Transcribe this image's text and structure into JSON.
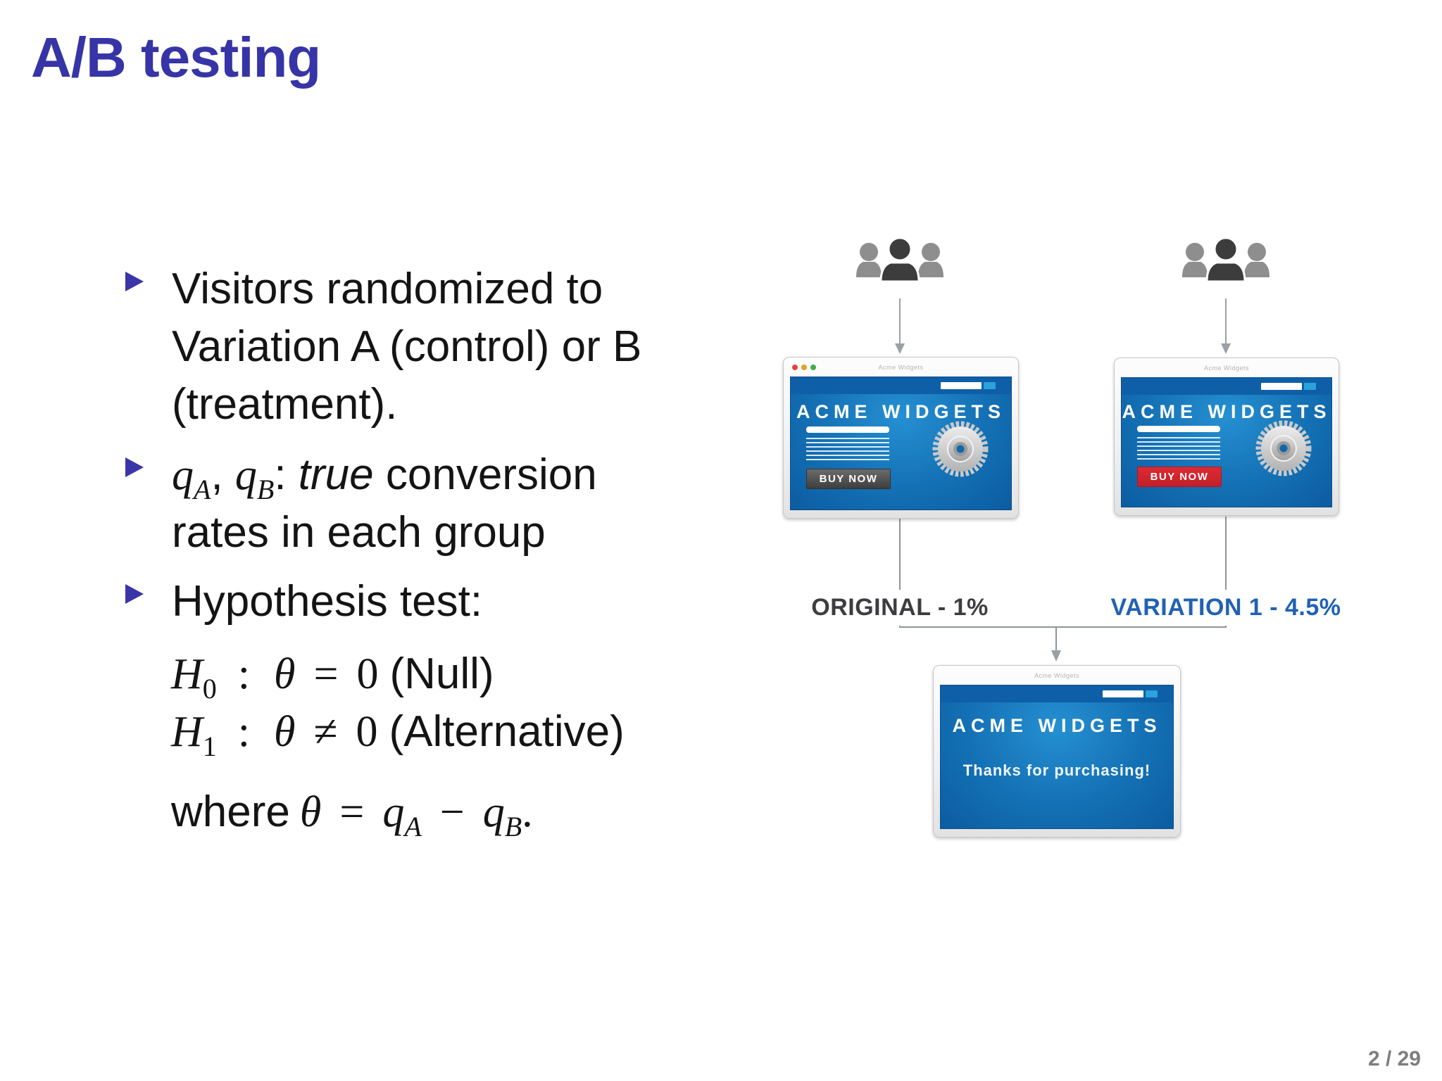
{
  "slide": {
    "title": "A/B testing",
    "page_number": "2 / 29"
  },
  "bullets": {
    "b1": {
      "line1": "Visitors randomized to",
      "line2": "Variation A (control) or B",
      "line3": "(treatment)."
    },
    "b2": {
      "qA": "q",
      "subA": "A",
      "sep": ", ",
      "qB": "q",
      "subB": "B",
      "colon": ": ",
      "true_word": "true",
      "rest": " conversion",
      "line2": "rates in each group"
    },
    "b3": {
      "text": "Hypothesis test:"
    }
  },
  "math": {
    "h0": {
      "H": "H",
      "sub": "0",
      "colon": ":",
      "theta": "θ",
      "rel": "=",
      "value": "0",
      "label": "(Null)"
    },
    "h1": {
      "H": "H",
      "sub": "1",
      "colon": ":",
      "theta": "θ",
      "rel": "≠",
      "value": "0",
      "label": "(Alternative)"
    },
    "where": {
      "word": "where",
      "theta": "θ",
      "eq": "=",
      "qA": "q",
      "subA": "A",
      "minus": "−",
      "qB": "q",
      "subB": "B",
      "period": "."
    }
  },
  "diagram": {
    "browser_chrome_title": "Acme Widgets",
    "site_title": "ACME WIDGETS",
    "buy_now": "BUY NOW",
    "thanks": "Thanks for purchasing!",
    "label_original": "ORIGINAL - 1%",
    "label_variation": "VARIATION 1 - 4.5%",
    "colors": {
      "title_indigo": "#3634a6",
      "bullet_marker": "#3a35a9",
      "screen_blue_top": "#0e5fa7",
      "screen_blue": "#1b7dc2",
      "screen_blue_deep": "#0c5ca1",
      "buy_red": "#c31f29",
      "variation_blue": "#2062b4",
      "original_gray": "#3d3d40",
      "connector_gray": "#8f9498"
    }
  }
}
